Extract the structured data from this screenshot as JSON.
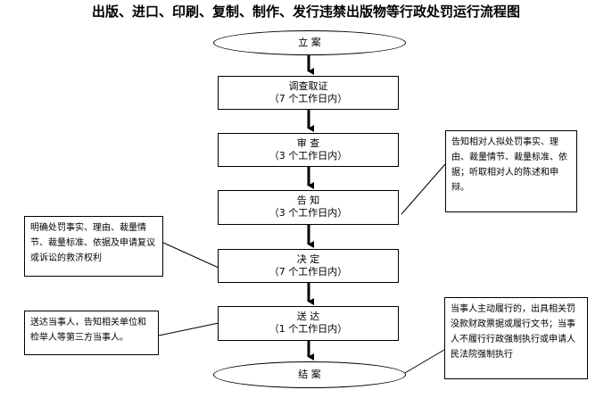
{
  "title": "出版、进口、印刷、复制、制作、发行违禁出版物等行政处罚运行流程图",
  "steps": {
    "start": "立 案",
    "investigate": {
      "name": "调查取证",
      "period": "（7 个工作日内）"
    },
    "review": {
      "name": "审 查",
      "period": "（3 个工作日内）"
    },
    "notify": {
      "name": "告 知",
      "period": "（3 个工作日内）"
    },
    "decide": {
      "name": "决 定",
      "period": "（7 个工作日内）"
    },
    "deliver": {
      "name": "送 达",
      "period": "（1 个工作日内）"
    },
    "end": "结 案"
  },
  "notes": {
    "notify_note": "告知相对人拟处罚事实、理由、裁量情节、裁量标准、依据；听取相对人的陈述和申辩。",
    "decide_note": "明确处罚事实、理由、裁量情节、裁量标准、依据及申请复议或诉讼的救济权利",
    "deliver_note": "送达当事人，告知相关单位和检举人等第三方当事人。",
    "end_note": "当事人主动履行的，出具相关罚没款财政票据或履行文书；当事人不履行行政强制执行或申请人民法院强制执行"
  }
}
